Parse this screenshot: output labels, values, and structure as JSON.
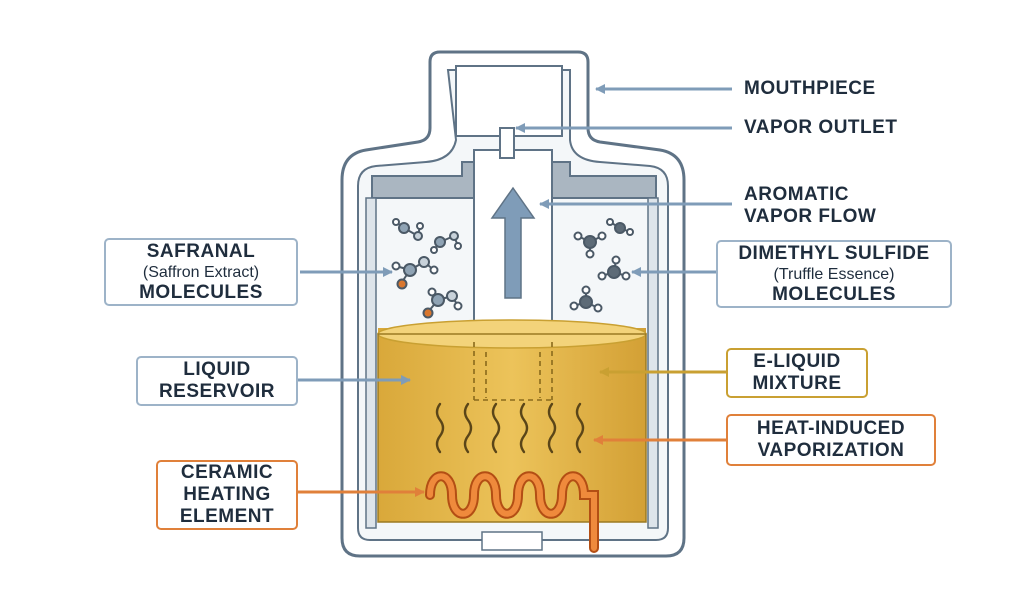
{
  "labels": {
    "mouthpiece": "MOUTHPIECE",
    "vapor_outlet": "VAPOR OUTLET",
    "aromatic_vapor_flow": [
      "AROMATIC",
      "VAPOR FLOW"
    ],
    "safranal": {
      "title": "SAFRANAL",
      "sub": "(Saffron Extract)",
      "tail": "MOLECULES"
    },
    "dimethyl_sulfide": {
      "title": "DIMETHYL SULFIDE",
      "sub": "(Truffle Essence)",
      "tail": "MOLECULES"
    },
    "liquid_reservoir": [
      "LIQUID",
      "RESERVOIR"
    ],
    "e_liquid": [
      "E-LIQUID",
      "MIXTURE"
    ],
    "heat_vaporization": [
      "HEAT-INDUCED",
      "VAPORIZATION"
    ],
    "ceramic_heating": [
      "CERAMIC",
      "HEATING",
      "ELEMENT"
    ]
  },
  "colors": {
    "outline": "#5f7386",
    "body_fill": "#ffffff",
    "inner_fill": "#eef2f5",
    "cap_fill": "#aab6c1",
    "liquid_fill": "#e2b548",
    "liquid_top": "#f3d37a",
    "arrow_blue": "#7f9cb8",
    "arrow_gold": "#c9a032",
    "arrow_orange": "#e0803a",
    "coil": "#e0803a",
    "text": "#1f2d3d"
  }
}
